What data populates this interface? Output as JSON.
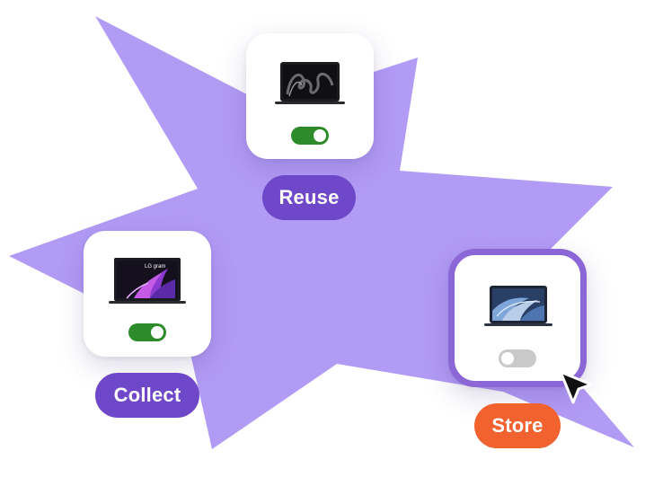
{
  "colors": {
    "starburst": "#b29bf5",
    "pill_purple": "#6f48c9",
    "pill_orange": "#f2622e",
    "toggle_on": "#2e8b2a",
    "toggle_off": "#c9c9c9",
    "selected_border": "#8b66d6"
  },
  "cards": {
    "reuse": {
      "label": "Reuse",
      "toggle_on": true,
      "icon": "macbook-pro-dark-icon"
    },
    "collect": {
      "label": "Collect",
      "toggle_on": true,
      "icon": "lg-gram-laptop-icon"
    },
    "store": {
      "label": "Store",
      "toggle_on": false,
      "selected": true,
      "icon": "macbook-air-icon"
    }
  },
  "laptop_brand_text": "LG gram",
  "cursor_icon": "mouse-pointer-icon"
}
